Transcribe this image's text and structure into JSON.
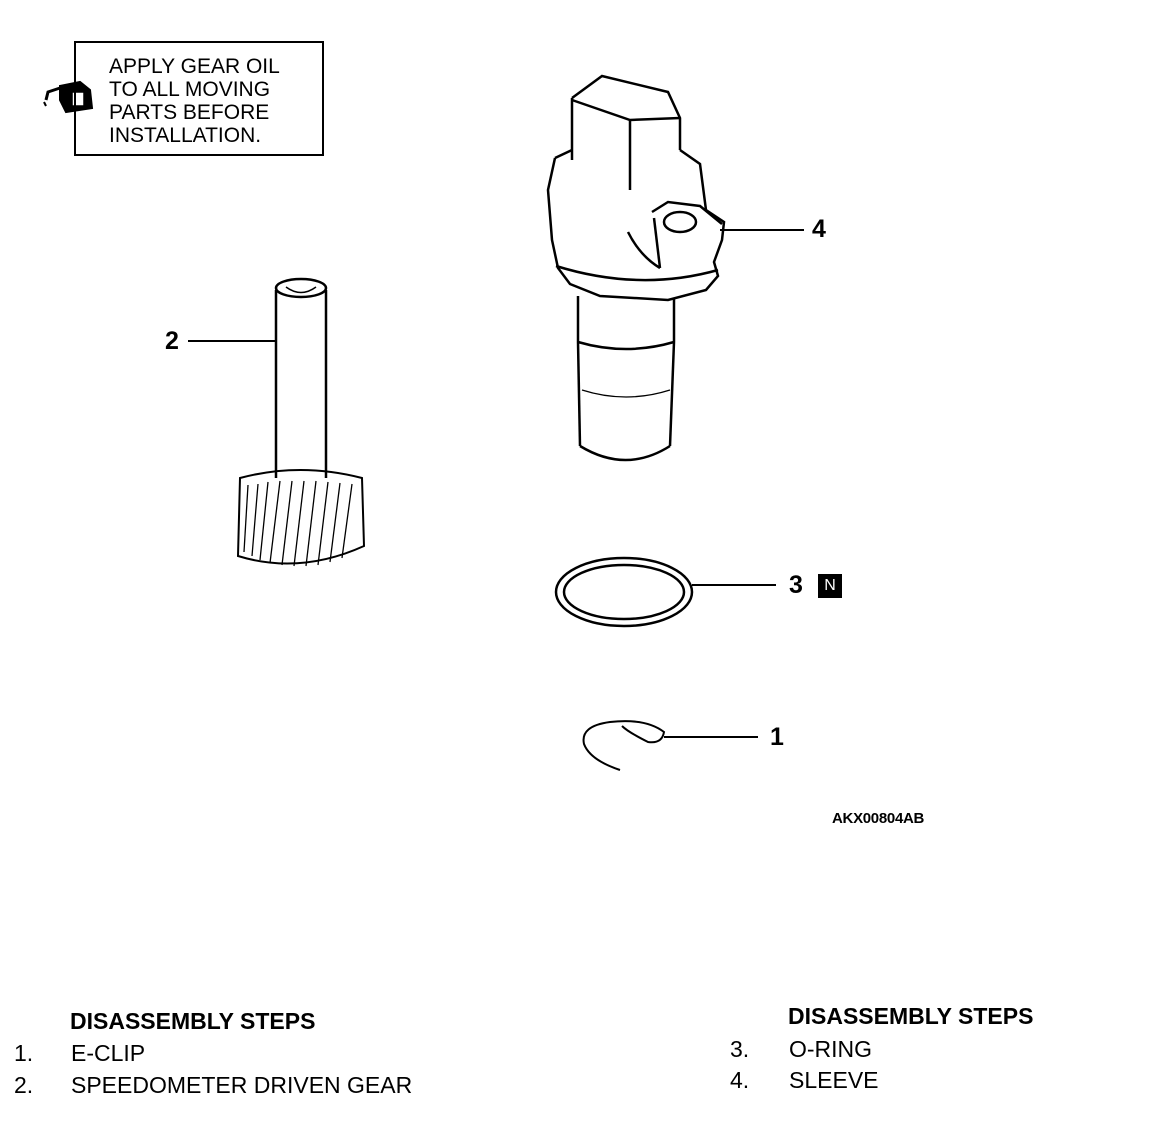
{
  "note": {
    "lines": [
      "APPLY GEAR OIL",
      "TO ALL MOVING",
      "PARTS BEFORE",
      "INSTALLATION."
    ],
    "icon": "oil-can-icon"
  },
  "callouts": {
    "c1": "1",
    "c2": "2",
    "c3": "3",
    "c3_badge": "N",
    "c4": "4"
  },
  "figure_id": "AKX00804AB",
  "steps_left": {
    "heading": "DISASSEMBLY STEPS",
    "items": [
      {
        "num": "1.",
        "text": "E-CLIP"
      },
      {
        "num": "2.",
        "text": "SPEEDOMETER DRIVEN GEAR"
      }
    ]
  },
  "steps_right": {
    "heading": "DISASSEMBLY STEPS",
    "items": [
      {
        "num": "3.",
        "text": "O-RING"
      },
      {
        "num": "4.",
        "text": "SLEEVE"
      }
    ]
  }
}
